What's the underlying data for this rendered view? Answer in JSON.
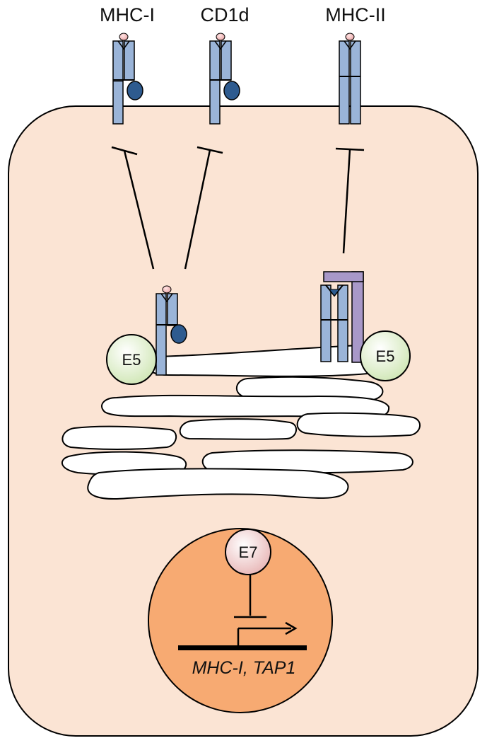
{
  "labels": {
    "mhc_i": "MHC-I",
    "cd1d": "CD1d",
    "mhc_ii": "MHC-II",
    "e5": "E5",
    "e7": "E7",
    "gene": "MHC-I, TAP1"
  },
  "colors": {
    "cell_fill": "#fbe4d4",
    "nucleus_fill": "#f7aa72",
    "receptor_fill": "#9ab4d8",
    "receptor_dark": "#2e5b8f",
    "peptide": "#f2b5b5",
    "invariant_chain": "#a898c8",
    "e5_fill": "#dcefc4",
    "e7_fill": "#f3cccc",
    "stroke": "#000000"
  },
  "icons": {
    "receptor": "mhc-i-receptor-icon",
    "mhc_ii_receptor": "mhc-ii-receptor-icon",
    "inhibition": "inhibition-arrow",
    "transcription": "transcription-start-arrow"
  }
}
